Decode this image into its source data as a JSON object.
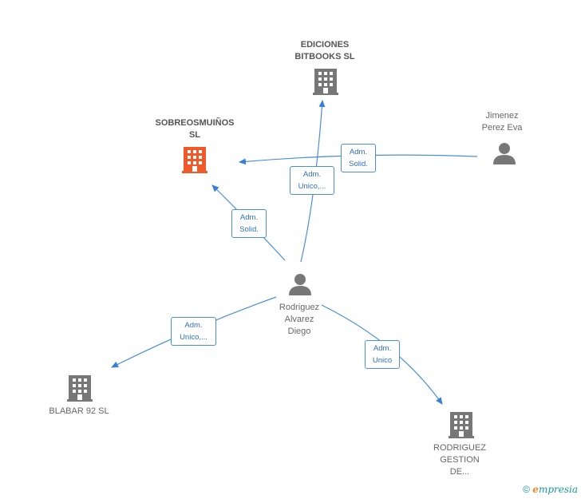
{
  "nodes": {
    "ediciones": {
      "label": "EDICIONES\nBITBOOKS  SL",
      "type": "company",
      "color": "#777777"
    },
    "sobreosmuinos": {
      "label": "SOBREOSMUIÑOS\nSL",
      "type": "company",
      "color": "#f05a2a"
    },
    "jimenez": {
      "label": "Jimenez\nPerez Eva",
      "type": "person",
      "color": "#777777"
    },
    "rodriguez_alvarez": {
      "label": "Rodriguez\nAlvarez\nDiego",
      "type": "person",
      "color": "#777777"
    },
    "blabar": {
      "label": "BLABAR 92  SL",
      "type": "company",
      "color": "#777777"
    },
    "rodriguez_gestion": {
      "label": "RODRIGUEZ\nGESTION\nDE...",
      "type": "company",
      "color": "#777777"
    }
  },
  "edges": {
    "jimenez_sobreosmuinos": "Adm.\nSolid.",
    "rodriguez_ediciones": "Adm.\nUnico,...",
    "rodriguez_sobreosmuinos": "Adm.\nSolid.",
    "rodriguez_blabar": "Adm.\nUnico,...",
    "rodriguez_gestion": "Adm.\nUnico"
  },
  "footer": {
    "symbol": "©",
    "brand_e": "e",
    "brand_rest": "mpresia"
  },
  "colors": {
    "edge": "#4a8fdc",
    "highlight": "#f05a2a",
    "node": "#777777"
  }
}
